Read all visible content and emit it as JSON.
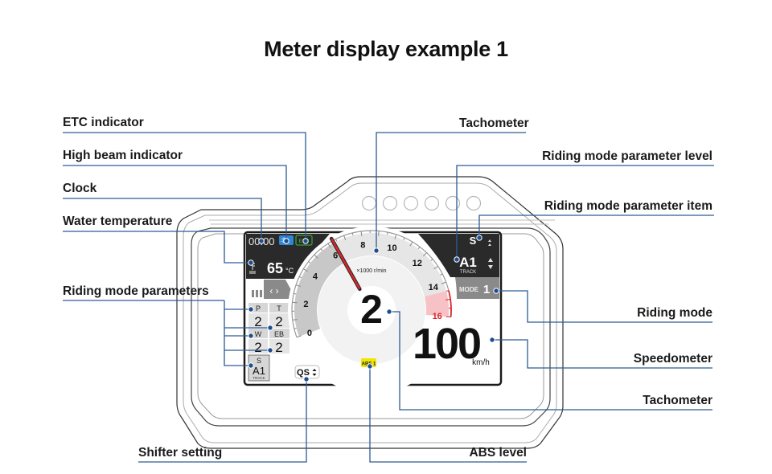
{
  "title": "Meter display example 1",
  "callouts": {
    "etc_indicator": "ETC indicator",
    "high_beam_indicator": "High beam indicator",
    "clock": "Clock",
    "water_temperature": "Water temperature",
    "riding_mode_parameters": "Riding mode parameters",
    "tachometer_top": "Tachometer",
    "riding_mode_parameter_level": "Riding mode parameter level",
    "riding_mode_parameter_item": "Riding mode parameter item",
    "riding_mode": "Riding mode",
    "speedometer": "Speedometer",
    "tachometer_bottom": "Tachometer",
    "shifter_setting": "Shifter setting",
    "abs_level": "ABS level"
  },
  "display": {
    "clock": "00:00",
    "high_beam_icon": "headlight-high-beam-icon",
    "etc_label": "ETC",
    "water_temp_icon": "coolant-temperature-icon",
    "water_temp_value": "65",
    "water_temp_unit": "°C",
    "tach_unit": "×1000 r/min",
    "tach_ticks": [
      "0",
      "2",
      "4",
      "6",
      "8",
      "10",
      "12",
      "14",
      "16"
    ],
    "tach_needle_rpm_x1000": 6.3,
    "tach_bar_rpm_x1000": 6.3,
    "tach_redline_from_x1000": 14.5,
    "gear": "2",
    "speed": "100",
    "speed_unit": "km/h",
    "riding_mode_label": "MODE",
    "riding_mode_value": "1",
    "param_item": "S",
    "param_level": "A1",
    "param_level_sub": "TRACK",
    "params": [
      {
        "name": "P",
        "value": "2"
      },
      {
        "name": "T",
        "value": "2"
      },
      {
        "name": "W",
        "value": "2"
      },
      {
        "name": "EB",
        "value": "2"
      }
    ],
    "param_s": {
      "name": "S",
      "value": "A1",
      "sub": "TRACK"
    },
    "tab_arrows": "‹ ›",
    "shifter": "QS",
    "abs": "ABS 1"
  },
  "colors": {
    "callout_line": "#2d5a94",
    "callout_dot": "#1f4e8f",
    "screen_dark": "#2a2a2a",
    "high_beam_blue": "#2e86d6",
    "etc_green": "#3aa03a",
    "redline": "#d9262b",
    "redzone_fill": "#f7c2c5",
    "abs_yellow": "#f2e600",
    "gauge_gray": "#c8c8c8"
  }
}
